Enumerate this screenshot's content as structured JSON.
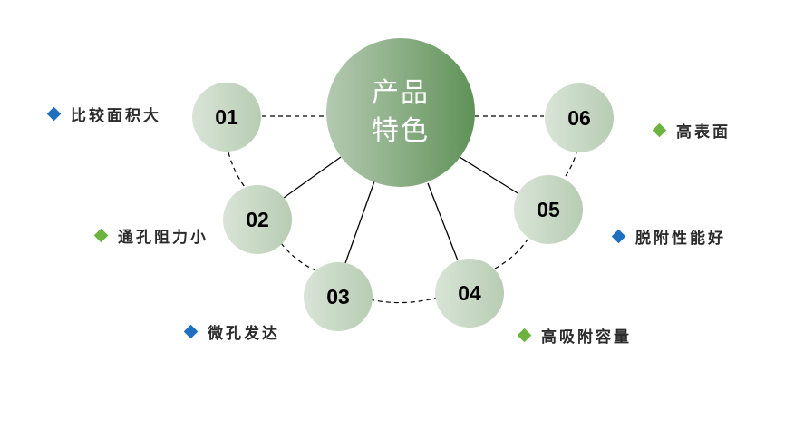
{
  "center": {
    "line1": "产品",
    "line2": "特色"
  },
  "nodes": [
    {
      "number": "01",
      "feature": "比较面积大",
      "bullet_color": "#1f6fbf"
    },
    {
      "number": "02",
      "feature": "通孔阻力小",
      "bullet_color": "#6cb33f"
    },
    {
      "number": "03",
      "feature": "微孔发达",
      "bullet_color": "#1f6fbf"
    },
    {
      "number": "04",
      "feature": "高吸附容量",
      "bullet_color": "#6cb33f"
    },
    {
      "number": "05",
      "feature": "脱附性能好",
      "bullet_color": "#1f6fbf"
    },
    {
      "number": "06",
      "feature": "高表面",
      "bullet_color": "#6cb33f"
    }
  ],
  "colors": {
    "center_gradient_start": "#b3c9b0",
    "center_gradient_end": "#5f9257",
    "node_fill": "#c8d8c5",
    "connector": "#000000"
  }
}
